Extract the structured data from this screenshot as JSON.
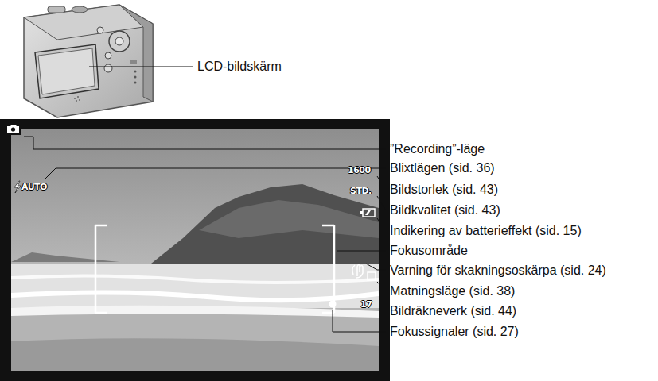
{
  "diagram": {
    "labels": [
      "LCD-bildskärm",
      "”Recording”-läge",
      "Blixtlägen (sid. 36)",
      "Bildstorlek (sid. 43)",
      "Bildkvalitet (sid. 43)",
      "Indikering av batterieffekt (sid. 15)",
      "Fokusområde",
      "Varning för skakningsoskärpa (sid. 24)",
      "Matningsläge (sid. 38)",
      "Bildräkneverk (sid. 44)",
      "Fokussignaler (sid. 27)",
      "AUTO",
      "1600",
      "STD.",
      "17"
    ]
  }
}
